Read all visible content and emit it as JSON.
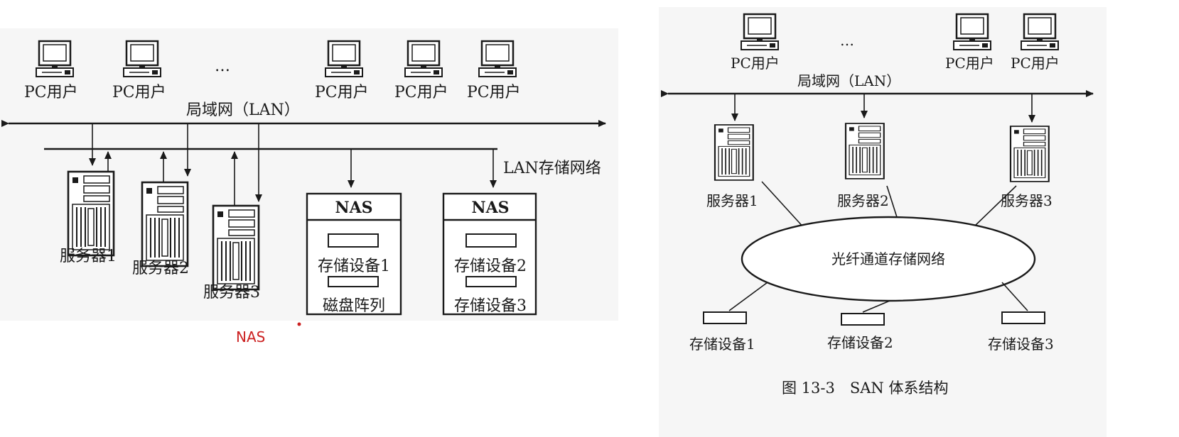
{
  "colors": {
    "ink": "#1a1a1a",
    "panel": "#f6f6f6",
    "accent_red": "#cc2222"
  },
  "nas": {
    "pc_label": "PC用户",
    "ellipsis": "…",
    "lan_label": "局域网（LAN）",
    "storage_net_label": "LAN存储网络",
    "servers": [
      "服务器1",
      "服务器2",
      "服务器3"
    ],
    "nas_boxes": [
      {
        "title": "NAS",
        "items": [
          "存储设备1",
          "磁盘阵列"
        ]
      },
      {
        "title": "NAS",
        "items": [
          "存储设备2",
          "存储设备3"
        ]
      }
    ],
    "red_label": "NAS"
  },
  "san": {
    "pc_label": "PC用户",
    "ellipsis": "…",
    "lan_label": "局域网（LAN）",
    "servers": [
      "服务器1",
      "服务器2",
      "服务器3"
    ],
    "fc_network_label": "光纤通道存储网络",
    "storage_devices": [
      "存储设备1",
      "存储设备2",
      "存储设备3"
    ],
    "caption": "图 13-3　SAN 体系结构"
  }
}
